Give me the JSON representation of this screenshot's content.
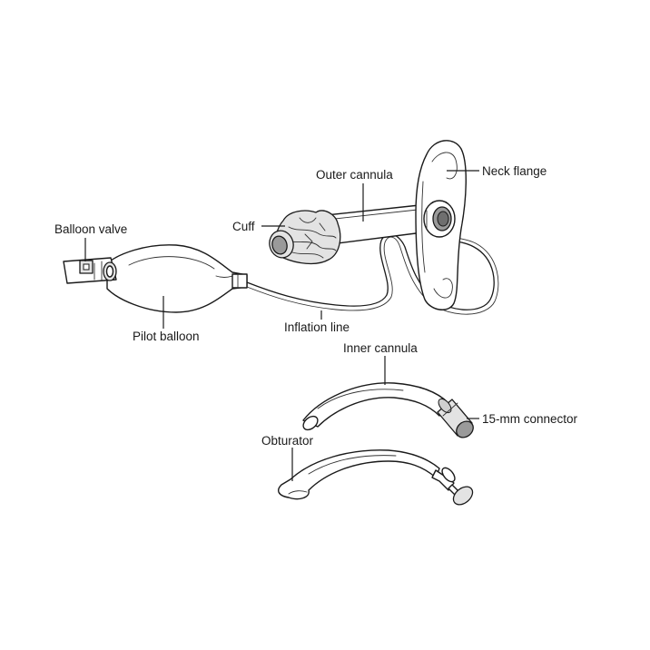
{
  "labels": {
    "balloon_valve": "Balloon valve",
    "cuff": "Cuff",
    "outer_cannula": "Outer cannula",
    "neck_flange": "Neck flange",
    "pilot_balloon": "Pilot balloon",
    "inflation_line": "Inflation line",
    "inner_cannula": "Inner cannula",
    "connector_15mm": "15-mm connector",
    "obturator": "Obturator"
  }
}
